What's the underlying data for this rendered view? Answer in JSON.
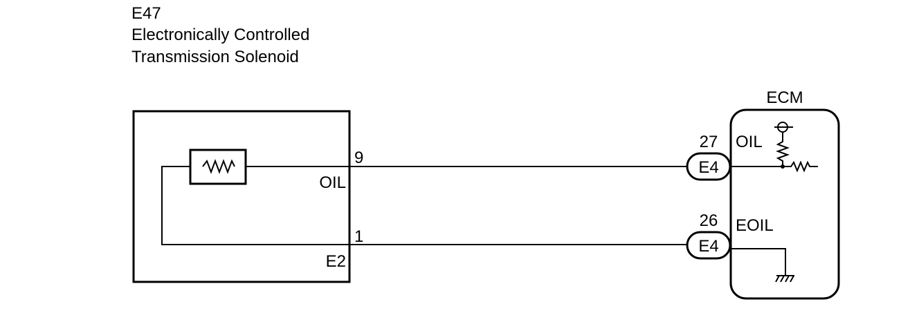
{
  "component": {
    "code": "E47",
    "name_line1": "Electronically Controlled",
    "name_line2": "Transmission Solenoid",
    "pins": [
      {
        "pin": "9",
        "signal": "OIL"
      },
      {
        "pin": "1",
        "signal": "E2"
      }
    ]
  },
  "ecm": {
    "title": "ECM",
    "terminals": [
      {
        "pin": "27",
        "connector": "E4",
        "signal": "OIL"
      },
      {
        "pin": "26",
        "connector": "E4",
        "signal": "EOIL"
      }
    ]
  }
}
